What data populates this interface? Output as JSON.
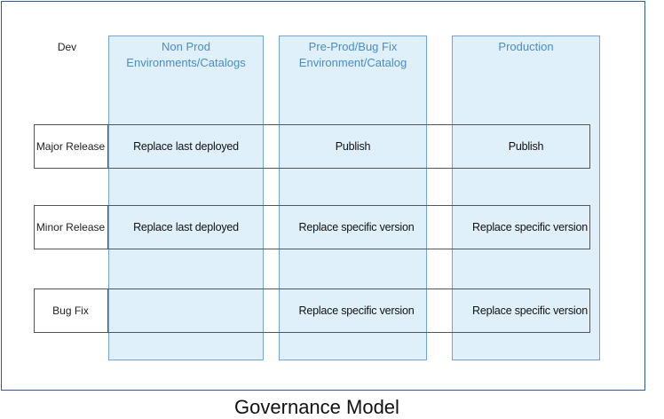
{
  "diagram": {
    "dev_label": "Dev",
    "columns": [
      {
        "line1": "Non Prod",
        "line2": "Environments/Catalogs"
      },
      {
        "line1": "Pre-Prod/Bug Fix",
        "line2": "Environment/Catalog"
      },
      {
        "line1": "Production",
        "line2": ""
      }
    ],
    "rows": [
      {
        "label": "Major Release",
        "cells": [
          "Replace last deployed",
          "Publish",
          "Publish"
        ]
      },
      {
        "label": "Minor Release",
        "cells": [
          "Replace last deployed",
          "Replace specific version",
          "Replace specific version"
        ]
      },
      {
        "label": "Bug Fix",
        "cells": [
          "",
          "Replace specific version",
          "Replace specific version"
        ]
      }
    ],
    "caption": "Governance Model",
    "colors": {
      "column_fill": "#dff0fb",
      "column_border": "#6fa6d6",
      "header_text": "#4a8cc8",
      "frame": "#2e5d9a"
    }
  }
}
